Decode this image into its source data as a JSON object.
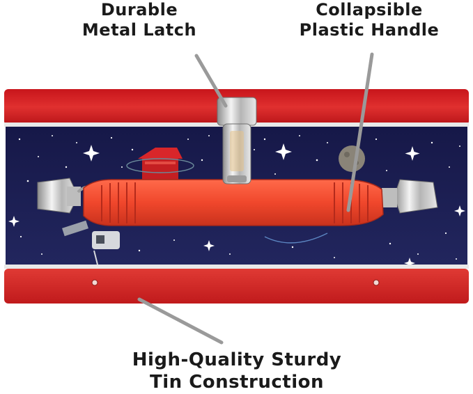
{
  "callouts": {
    "latch": {
      "line1": "Durable",
      "line2": "Metal Latch"
    },
    "handle": {
      "line1": "Collapsible",
      "line2": "Plastic Handle"
    },
    "tin": {
      "line1": "High-Quality Sturdy",
      "line2": "Tin Construction"
    }
  },
  "colors": {
    "tin_red": "#d8262a",
    "space_navy": "#1d1f52",
    "handle_orange": "#f0472c",
    "metal": "#d9d9d9",
    "leader_gray": "#9a9a9a"
  }
}
